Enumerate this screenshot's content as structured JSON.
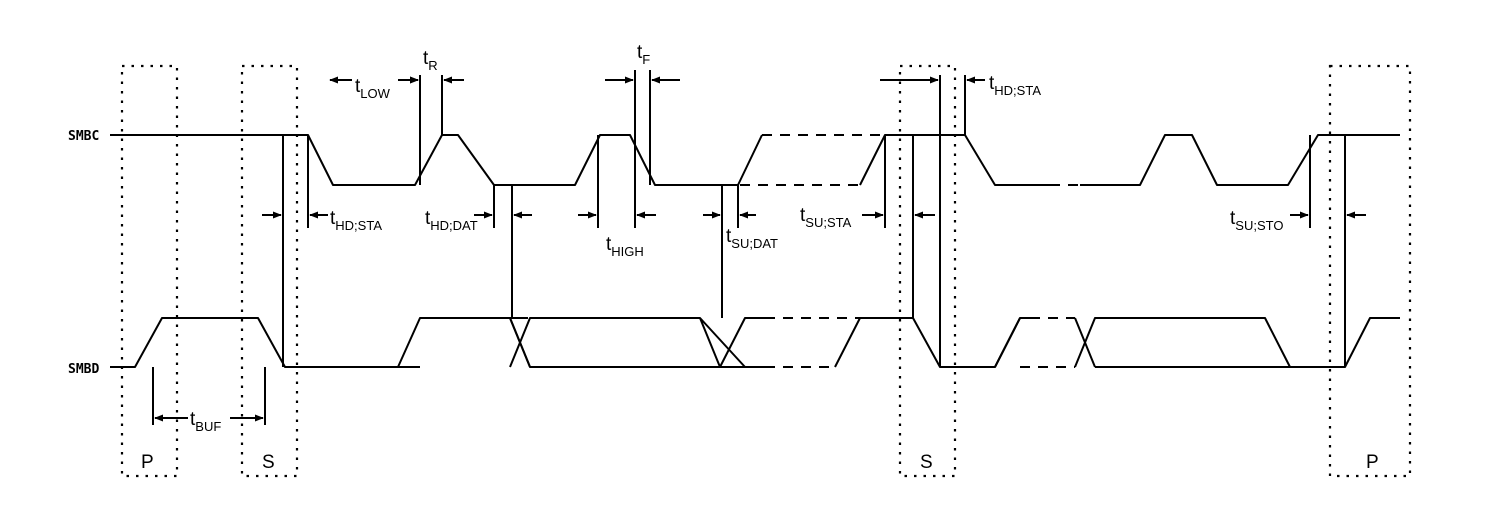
{
  "signals": {
    "clock": "SMBC",
    "data": "SMBD"
  },
  "conditions": {
    "p1": "P",
    "s1": "S",
    "s2": "S",
    "p2": "P"
  },
  "timing": {
    "t_low": {
      "t": "t",
      "sub": "LOW"
    },
    "t_r": {
      "t": "t",
      "sub": "R"
    },
    "t_f": {
      "t": "t",
      "sub": "F"
    },
    "t_hd_sta_top": {
      "t": "t",
      "sub": "HD;STA"
    },
    "t_hd_sta": {
      "t": "t",
      "sub": "HD;STA"
    },
    "t_hd_dat": {
      "t": "t",
      "sub": "HD;DAT"
    },
    "t_high": {
      "t": "t",
      "sub": "HIGH"
    },
    "t_su_dat": {
      "t": "t",
      "sub": "SU;DAT"
    },
    "t_su_sta": {
      "t": "t",
      "sub": "SU;STA"
    },
    "t_su_sto": {
      "t": "t",
      "sub": "SU;STO"
    },
    "t_buf": {
      "t": "t",
      "sub": "BUF"
    }
  }
}
